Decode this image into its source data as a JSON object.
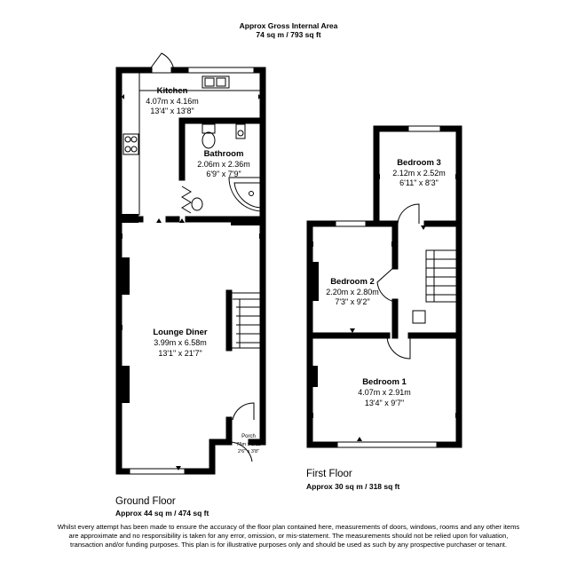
{
  "header": {
    "title": "Approx Gross Internal Area",
    "area": "74 sq m / 793 sq ft"
  },
  "ground_floor": {
    "label": "Ground Floor",
    "area": "Approx 44 sq m / 474 sq ft",
    "rooms": {
      "kitchen": {
        "name": "Kitchen",
        "metric": "4.07m x 4.16m",
        "imperial": "13'4\" x 13'8\""
      },
      "bathroom": {
        "name": "Bathroom",
        "metric": "2.06m x 2.36m",
        "imperial": "6'9\" x 7'9\""
      },
      "lounge": {
        "name": "Lounge Diner",
        "metric": "3.99m x 6.58m",
        "imperial": "13'1\" x 21'7\""
      },
      "porch": {
        "name": "Porch",
        "metric": "75m x 1.12",
        "imperial": "2'6\" x 3'8\""
      }
    }
  },
  "first_floor": {
    "label": "First Floor",
    "area": "Approx 30 sq m / 318 sq ft",
    "rooms": {
      "bedroom3": {
        "name": "Bedroom 3",
        "metric": "2.12m x 2.52m",
        "imperial": "6'11\" x 8'3\""
      },
      "bedroom2": {
        "name": "Bedroom 2",
        "metric": "2.20m x 2.80m",
        "imperial": "7'3\" x 9'2\""
      },
      "bedroom1": {
        "name": "Bedroom 1",
        "metric": "4.07m x 2.91m",
        "imperial": "13'4\" x 9'7\""
      }
    }
  },
  "disclaimer": "Whilst every attempt has been made to ensure the accuracy of the floor plan contained here, measurements of doors, windows, rooms and any other items are approximate and no responsibility is taken for any error, omission, or mis-statement. The measurements should not be relied upon for valuation, transaction and/or funding purposes. This plan is for illustrative purposes only and should be used as such by any prospective purchaser or tenant."
}
